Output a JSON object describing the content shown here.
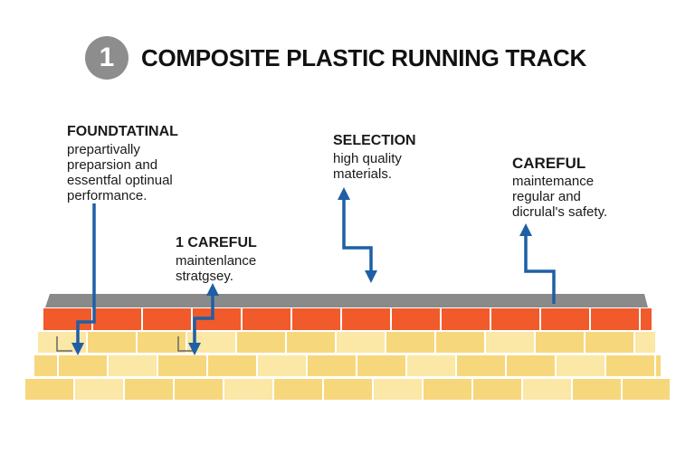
{
  "header": {
    "badge": "1",
    "title": "COMPOSITE PLASTIC RUNNING TRACK"
  },
  "callouts": [
    {
      "heading": "FOUNDTATINAL",
      "lines": [
        "prepartivally",
        "preparsion and",
        "essentfal optinual",
        "performance."
      ]
    },
    {
      "heading": "SELECTION",
      "lines": [
        "high quality",
        "materials."
      ]
    },
    {
      "heading": "CAREFUL",
      "lines": [
        "maintemance",
        "regular and",
        "dicrulal's safety."
      ]
    },
    {
      "heading": "1 CAREFUL",
      "lines": [
        "maintenlance",
        "stratgsey."
      ]
    }
  ],
  "colors": {
    "badge": "#8d8d8d",
    "top_layer": "#8a8a8a",
    "red_layer": "#f15a2b",
    "yellow_layer": "#f7d77c",
    "yellow_light": "#fbe7a6",
    "mortar": "#ffffff",
    "arrow": "#1f5fa5"
  },
  "layers": [
    "surface-layer",
    "red-layer",
    "yellow-base-layer"
  ]
}
